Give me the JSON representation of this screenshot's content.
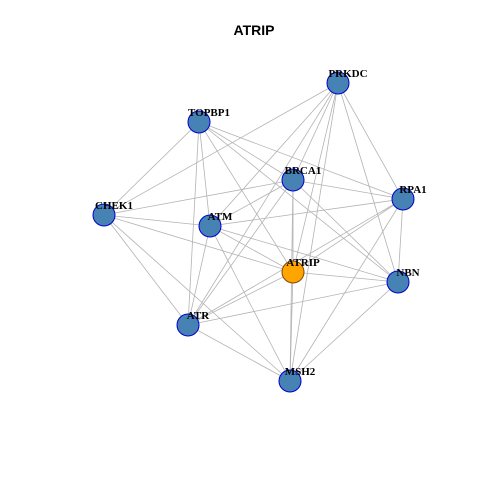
{
  "graph": {
    "title": "ATRIP",
    "colors": {
      "node_fill": "#4682b4",
      "node_stroke": "#0000cd",
      "center_fill": "#ffa500",
      "center_stroke": "#8b4500",
      "edge": "#b3b3b3",
      "background": "#ffffff"
    },
    "nodes": [
      {
        "id": "PRKDC",
        "label": "PRKDC",
        "center": false
      },
      {
        "id": "TOPBP1",
        "label": "TOPBP1",
        "center": false
      },
      {
        "id": "BRCA1",
        "label": "BRCA1",
        "center": false
      },
      {
        "id": "RPA1",
        "label": "RPA1",
        "center": false
      },
      {
        "id": "CHEK1",
        "label": "CHEK1",
        "center": false
      },
      {
        "id": "ATM",
        "label": "ATM",
        "center": false
      },
      {
        "id": "ATRIP",
        "label": "ATRIP",
        "center": true
      },
      {
        "id": "NBN",
        "label": "NBN",
        "center": false
      },
      {
        "id": "ATR",
        "label": "ATR",
        "center": false
      },
      {
        "id": "MSH2",
        "label": "MSH2",
        "center": false
      }
    ],
    "edges": [
      [
        "PRKDC",
        "BRCA1"
      ],
      [
        "PRKDC",
        "RPA1"
      ],
      [
        "PRKDC",
        "ATM"
      ],
      [
        "PRKDC",
        "ATRIP"
      ],
      [
        "PRKDC",
        "NBN"
      ],
      [
        "PRKDC",
        "ATR"
      ],
      [
        "PRKDC",
        "MSH2"
      ],
      [
        "PRKDC",
        "CHEK1"
      ],
      [
        "TOPBP1",
        "BRCA1"
      ],
      [
        "TOPBP1",
        "RPA1"
      ],
      [
        "TOPBP1",
        "CHEK1"
      ],
      [
        "TOPBP1",
        "ATM"
      ],
      [
        "TOPBP1",
        "ATRIP"
      ],
      [
        "TOPBP1",
        "NBN"
      ],
      [
        "TOPBP1",
        "ATR"
      ],
      [
        "BRCA1",
        "RPA1"
      ],
      [
        "BRCA1",
        "CHEK1"
      ],
      [
        "BRCA1",
        "ATM"
      ],
      [
        "BRCA1",
        "ATRIP"
      ],
      [
        "BRCA1",
        "NBN"
      ],
      [
        "BRCA1",
        "ATR"
      ],
      [
        "BRCA1",
        "MSH2"
      ],
      [
        "RPA1",
        "ATM"
      ],
      [
        "RPA1",
        "ATRIP"
      ],
      [
        "RPA1",
        "NBN"
      ],
      [
        "RPA1",
        "ATR"
      ],
      [
        "RPA1",
        "MSH2"
      ],
      [
        "CHEK1",
        "ATM"
      ],
      [
        "CHEK1",
        "ATRIP"
      ],
      [
        "CHEK1",
        "ATR"
      ],
      [
        "CHEK1",
        "MSH2"
      ],
      [
        "ATM",
        "ATRIP"
      ],
      [
        "ATM",
        "NBN"
      ],
      [
        "ATM",
        "ATR"
      ],
      [
        "ATM",
        "MSH2"
      ],
      [
        "ATRIP",
        "NBN"
      ],
      [
        "ATRIP",
        "ATR"
      ],
      [
        "ATRIP",
        "MSH2"
      ],
      [
        "NBN",
        "ATR"
      ],
      [
        "NBN",
        "MSH2"
      ],
      [
        "ATR",
        "MSH2"
      ]
    ]
  }
}
